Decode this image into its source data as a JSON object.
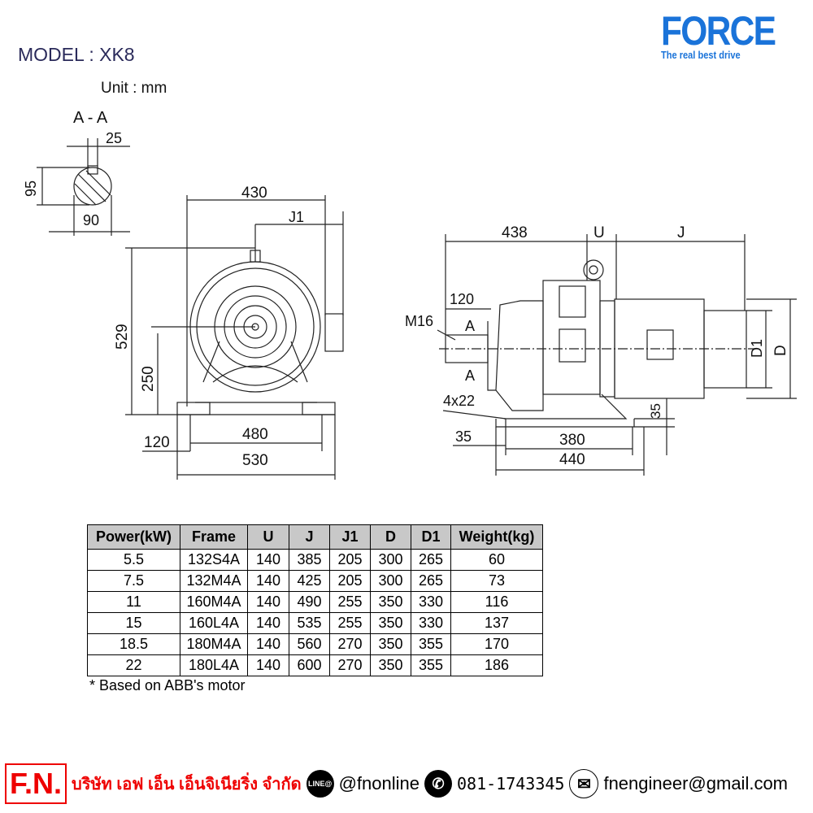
{
  "header": {
    "model": "MODEL : XK8",
    "unit": "Unit : mm",
    "logo_title": "FORCE",
    "logo_tagline": "The real best drive"
  },
  "section": {
    "label": "A - A",
    "d25": "25",
    "d95": "95",
    "d90": "90"
  },
  "front": {
    "d430": "430",
    "j1": "J1",
    "d529": "529",
    "d250": "250",
    "d480": "480",
    "d120": "120",
    "d530": "530"
  },
  "side": {
    "d438": "438",
    "u": "U",
    "j": "J",
    "d120": "120",
    "m16": "M16",
    "a1": "A",
    "a2": "A",
    "d4x22": "4x22",
    "d1": "D1",
    "d": "D",
    "d35a": "35",
    "d35b": "35",
    "d380": "380",
    "d440": "440"
  },
  "table": {
    "headers": [
      "Power(kW)",
      "Frame",
      "U",
      "J",
      "J1",
      "D",
      "D1",
      "Weight(kg)"
    ],
    "rows": [
      [
        "5.5",
        "132S4A",
        "140",
        "385",
        "205",
        "300",
        "265",
        "60"
      ],
      [
        "7.5",
        "132M4A",
        "140",
        "425",
        "205",
        "300",
        "265",
        "73"
      ],
      [
        "11",
        "160M4A",
        "140",
        "490",
        "255",
        "350",
        "330",
        "116"
      ],
      [
        "15",
        "160L4A",
        "140",
        "535",
        "255",
        "350",
        "330",
        "137"
      ],
      [
        "18.5",
        "180M4A",
        "140",
        "560",
        "270",
        "350",
        "355",
        "170"
      ],
      [
        "22",
        "180L4A",
        "140",
        "600",
        "270",
        "350",
        "355",
        "186"
      ]
    ]
  },
  "note": "* Based on ABB's motor",
  "footer": {
    "logo": "F.N.",
    "company": "บริษัท เอฟ เอ็น เอ็นจิเนียริ่ง จำกัด",
    "line_icon": "LINE@",
    "line": "@fnonline",
    "phone": "081-1743345",
    "email": "fnengineer@gmail.com"
  }
}
